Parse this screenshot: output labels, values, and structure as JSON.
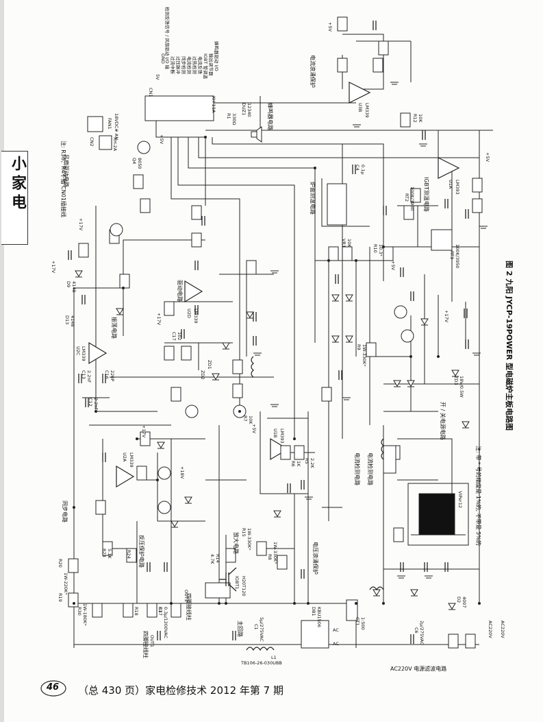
{
  "section_tab": "小家电",
  "note_top": "注: R36、R4不插 CN01插接线",
  "caption": "图 2 九阳 JYCP-19POWER 型电磁炉主板电路图",
  "note_bottom": "注: 带 * 号的精度是 1%的, 不带是 5%的",
  "footer": {
    "page_num": "46",
    "text": "（总 430 页）家电检修技术 2012 年第 7 期"
  },
  "connector_cn1": {
    "ref": "CN1",
    "part": "XH-11A",
    "pins": [
      "5V",
      "GND",
      "检测反馈信号 / 风扇驱动 I/O 接",
      "过流中断",
      "过压脉冲",
      "同步检测",
      "电流检测",
      "过热检测",
      "电流反馈",
      "IGBT 管调温",
      "输出调节器",
      "蜂鸣器驱动 I/O"
    ]
  },
  "blocks": {
    "fan_drive": "风扇驱动电路",
    "current_surge": "电流浪涌保护",
    "buzzer": "蜂鸣器电路",
    "pan_temp": "炉面测温电路",
    "igbt_temp": "IGBT测温电路",
    "drive": "驱动电路",
    "oscillation": "振荡电路",
    "sync": "同步电路",
    "reverse_voltage": "反压保护电路",
    "amplify": "放大电路",
    "current_detect_1": "电流检测电路",
    "current_detect_2": "电流检测电路",
    "surge_protect": "电压浪涌保护",
    "switch_power": "开 / 关电源电路",
    "main_coil": "主回路",
    "wiring_terminal": "四脚接线柱",
    "mains_filter": "AC220V 电源滤波电路"
  },
  "parts": {
    "fan": "FAN1",
    "fan_v": "18VDC# AN",
    "cn2": "CN2",
    "cn2_part": "XH-2A",
    "q4": "Q4",
    "q4_part": "8050",
    "r1": "R1",
    "r1_val": "330Ω",
    "duz1": "DUZ1",
    "duz1_val": "12340",
    "u3b": "U3B",
    "u3b_part": "LM339",
    "u1a": "U1A",
    "u1a_part": "LM393",
    "u2a": "U2A",
    "u2a_part": "LM339",
    "u2c": "U2C",
    "u2c_part": "LM339",
    "u2d": "U2D",
    "u2d_part": "LM339",
    "u1b": "U1B",
    "u1b_part": "LM393",
    "igbt1": "IGBT1",
    "igbt1_part": "H20T120",
    "db1": "DB1",
    "db1_part": "KBU1506",
    "ct1": "CT1",
    "ct1_val": "1:500",
    "l1": "L1",
    "l1_part": "TB106-26-030UBB",
    "c1": "C1",
    "c1_val": "5μ/275VAC",
    "c3": "C3",
    "c3_val": "0.3μ/1200VAC",
    "c6": "C6",
    "c6_val": "2μ/275VAC",
    "ic_power": "VIPer12",
    "d2": "D2",
    "d2_val": "4007",
    "vr1": "VR1",
    "vr1_val": "10K",
    "ac": "AC",
    "ac220": "AC220V",
    "out1": "OUT1",
    "out2": "OUT2",
    "rt2": "RT2",
    "rt2_val": "100K/3950",
    "rt3": "RT3",
    "rt3_val": "100K/3950",
    "plus5v": "+5V",
    "plus17v": "+17V",
    "plus18v": "+18V",
    "r30": "R30",
    "r30_val": "1W-180K*",
    "r17": "R17",
    "r18": "R18",
    "r19": "R19",
    "r20": "R20",
    "r20_val": "1W-220K*",
    "r23": "R23",
    "r23_val": "5.1K",
    "r24": "R24",
    "r15": "R15",
    "r15_val": "1W-330K*",
    "r14": "R14",
    "r14_val": "4.7K",
    "r9": "R9",
    "r9_val": "1W-330K*",
    "r10": "R10",
    "r10_val": "10.3*",
    "r12": "R12",
    "r12_val": "10K",
    "r7": "R7",
    "r7_val": "10K",
    "r8": "R8",
    "r8_val": "1W-330K*",
    "r5": "R5",
    "r5_val": "2.2K",
    "r6": "R6",
    "r6_val": "1K",
    "c17": "C17",
    "c17_val": "102",
    "c4": "C4",
    "c4_val": "0.1μ",
    "c12": "C12",
    "c12_val": "2.2nF",
    "c13": "C13",
    "c13_val": "2.2nF",
    "c16": "C16",
    "c16_val": "220P",
    "zd1": "ZD1",
    "zd2": "ZD2",
    "zd3": "ZD3",
    "zd3_val": "18V/0.5W",
    "d9": "D9",
    "d9_val": "4148",
    "d13": "D13",
    "d13_val": "4148"
  }
}
